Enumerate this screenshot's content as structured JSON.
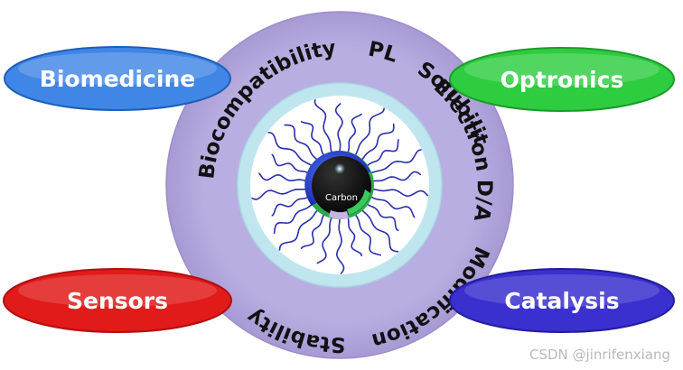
{
  "ring": {
    "properties": [
      {
        "id": "pl",
        "label": "PL"
      },
      {
        "id": "solubility",
        "label": "Solubility"
      },
      {
        "id": "electron",
        "label": "Electron D/A"
      },
      {
        "id": "modification",
        "label": "Modification"
      },
      {
        "id": "stability",
        "label": "Stability"
      },
      {
        "id": "biocompatibility",
        "label": "Biocompatibility"
      }
    ]
  },
  "core": {
    "label": "Carbon"
  },
  "applications": [
    {
      "id": "biomedicine",
      "label": "Biomedicine",
      "color": "#3f86e6"
    },
    {
      "id": "optronics",
      "label": "Optronics",
      "color": "#2ecc3f"
    },
    {
      "id": "sensors",
      "label": "Sensors",
      "color": "#e11a1a"
    },
    {
      "id": "catalysis",
      "label": "Catalysis",
      "color": "#3a2fcf"
    }
  ],
  "colors": {
    "outer_ring": "#b0a4dc",
    "inner_ring": "#bfe6ee",
    "chain": "#2a2fa8",
    "carbon_core": "#0c0c0c"
  },
  "watermark": "CSDN @jinrifenxiang"
}
